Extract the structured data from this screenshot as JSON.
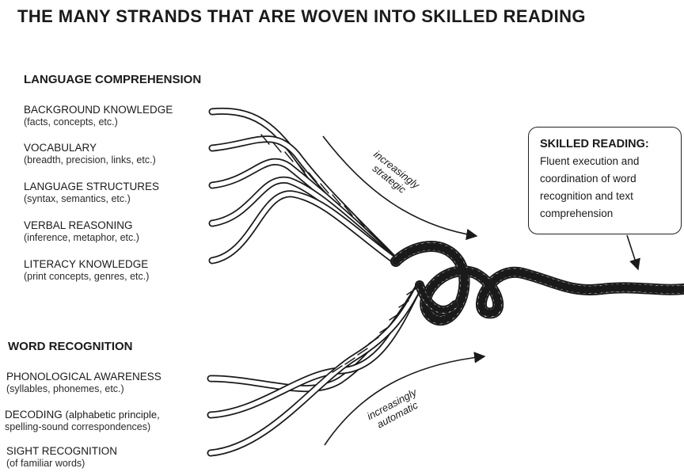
{
  "title": "THE MANY STRANDS THAT ARE WOVEN INTO SKILLED READING",
  "language_comprehension": {
    "heading": "LANGUAGE COMPREHENSION",
    "strands": [
      {
        "name": "BACKGROUND KNOWLEDGE",
        "detail": "(facts, concepts, etc.)"
      },
      {
        "name": "VOCABULARY",
        "detail": "(breadth, precision, links, etc.)"
      },
      {
        "name": "LANGUAGE STRUCTURES",
        "detail": "(syntax, semantics, etc.)"
      },
      {
        "name": "VERBAL REASONING",
        "detail": "(inference, metaphor, etc.)"
      },
      {
        "name": "LITERACY KNOWLEDGE",
        "detail": "(print concepts, genres, etc.)"
      }
    ]
  },
  "word_recognition": {
    "heading": "WORD RECOGNITION",
    "strands": [
      {
        "name": "PHONOLOGICAL AWARENESS",
        "detail": "(syllables, phonemes, etc.)"
      },
      {
        "name": "DECODING",
        "inline_detail": "(alphabetic principle,",
        "detail": "spelling-sound correspondences)"
      },
      {
        "name": "SIGHT RECOGNITION",
        "detail": "(of familiar words)"
      }
    ]
  },
  "arrows": {
    "strategic_line1": "increasingly",
    "strategic_line2": "strategic",
    "automatic_line1": "increasingly",
    "automatic_line2": "automatic"
  },
  "callout": {
    "title": "SKILLED READING:",
    "text": "Fluent execution and coordination of word recognition and text comprehension"
  },
  "colors": {
    "ink": "#1a1a1a",
    "rope_fill": "#ffffff",
    "background": "#ffffff"
  },
  "icons": [
    "rope-strand-icon",
    "curved-arrow-icon"
  ]
}
